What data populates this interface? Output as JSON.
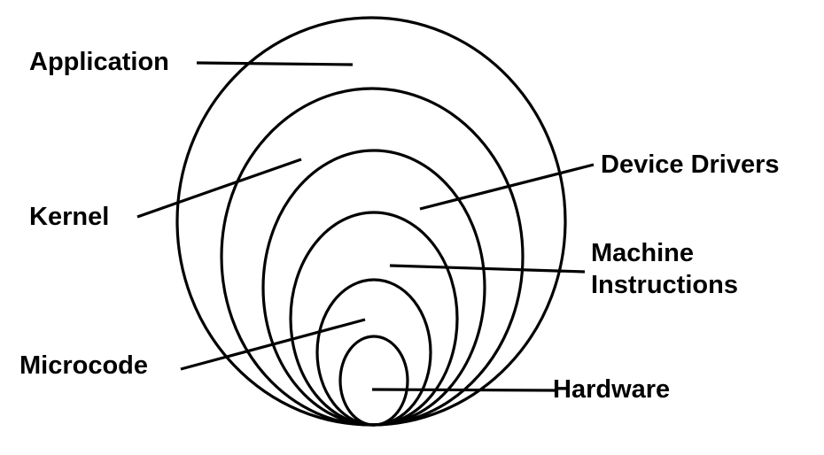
{
  "diagram": {
    "layers": [
      {
        "id": "application",
        "label": "Application"
      },
      {
        "id": "device_drivers",
        "label": "Device Drivers"
      },
      {
        "id": "kernel",
        "label": "Kernel"
      },
      {
        "id": "machine_instructions",
        "label_line1": "Machine",
        "label_line2": "Instructions"
      },
      {
        "id": "microcode",
        "label": "Microcode"
      },
      {
        "id": "hardware",
        "label": "Hardware"
      }
    ],
    "colors": {
      "stroke": "#000000",
      "background": "#ffffff"
    }
  }
}
